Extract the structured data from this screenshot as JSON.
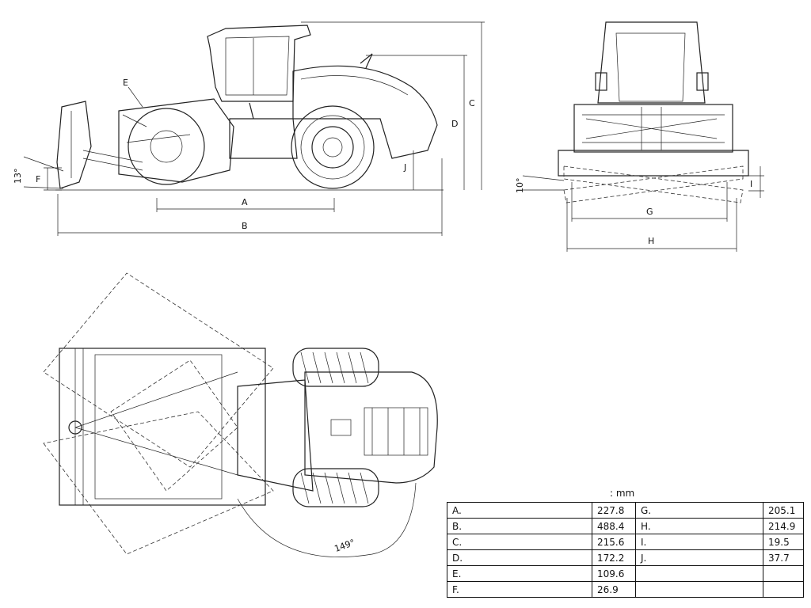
{
  "drawing": {
    "side_view_labels": {
      "A": "A",
      "B": "B",
      "C": "C",
      "D": "D",
      "E": "E",
      "F": "F",
      "J": "J",
      "angle": "13°"
    },
    "front_view_labels": {
      "G": "G",
      "H": "H",
      "I": "I",
      "angle": "10°"
    },
    "top_view_labels": {
      "angle": "149°"
    }
  },
  "table": {
    "unit": ": mm",
    "rows": [
      {
        "k1": "A.",
        "v1": "227.8",
        "k2": "G.",
        "v2": "205.1"
      },
      {
        "k1": "B.",
        "v1": "488.4",
        "k2": "H.",
        "v2": "214.9"
      },
      {
        "k1": "C.",
        "v1": "215.6",
        "k2": "I.",
        "v2": "19.5"
      },
      {
        "k1": "D.",
        "v1": "172.2",
        "k2": "J.",
        "v2": "37.7"
      },
      {
        "k1": "E.",
        "v1": "109.6",
        "k2": "",
        "v2": ""
      },
      {
        "k1": "F.",
        "v1": "26.9",
        "k2": "",
        "v2": ""
      }
    ]
  }
}
